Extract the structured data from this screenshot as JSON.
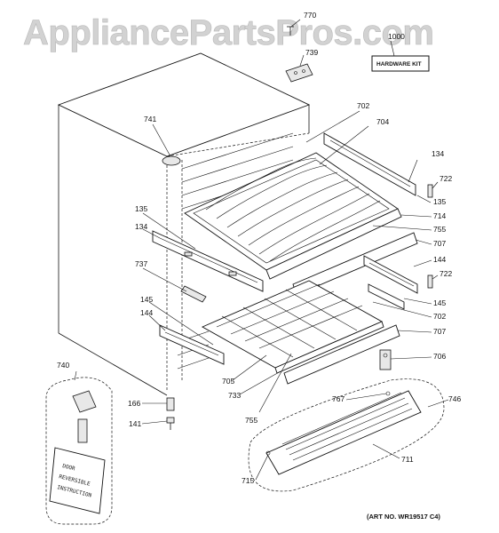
{
  "watermark": "AppliancePartsPros.com",
  "hardware_kit_label": "HARDWARE KIT",
  "art_number": "(ART NO. WR19517 C4)",
  "instruction_card_lines": [
    "DOOR",
    "REVERSIBLE",
    "INSTRUCTION"
  ],
  "callouts": {
    "p770": "770",
    "p1000": "1000",
    "p739": "739",
    "p741": "741",
    "p702a": "702",
    "p704": "704",
    "p134a": "134",
    "p722a": "722",
    "p135a": "135",
    "p714": "714",
    "p755a": "755",
    "p707a": "707",
    "p135b": "135",
    "p134b": "134",
    "p144a": "144",
    "p722b": "722",
    "p737": "737",
    "p145a": "145",
    "p702b": "702",
    "p145b": "145",
    "p144b": "144",
    "p707b": "707",
    "p740": "740",
    "p706": "706",
    "p705": "705",
    "p733": "733",
    "p166": "166",
    "p767": "767",
    "p746": "746",
    "p141": "141",
    "p755b": "755",
    "p711": "711",
    "p715": "715"
  }
}
